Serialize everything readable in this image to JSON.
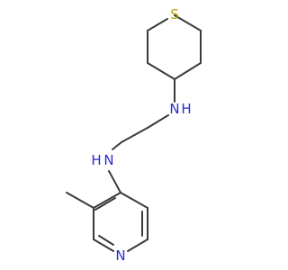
{
  "molecule": {
    "atoms": {
      "sulfur": {
        "label": "S",
        "color": "#b5a000"
      },
      "amine_n1": {
        "label": "N",
        "color": "#2b2bd4"
      },
      "amine_h1": {
        "label": "H",
        "color": "#2b2bd4"
      },
      "amine_n2": {
        "label": "N",
        "color": "#2b2bd4"
      },
      "amine_h2": {
        "label": "H",
        "color": "#2b2bd4"
      },
      "pyridine_n": {
        "label": "N",
        "color": "#2b2bd4"
      }
    },
    "bond_color": "#3a3a3a",
    "background": "#ffffff"
  }
}
